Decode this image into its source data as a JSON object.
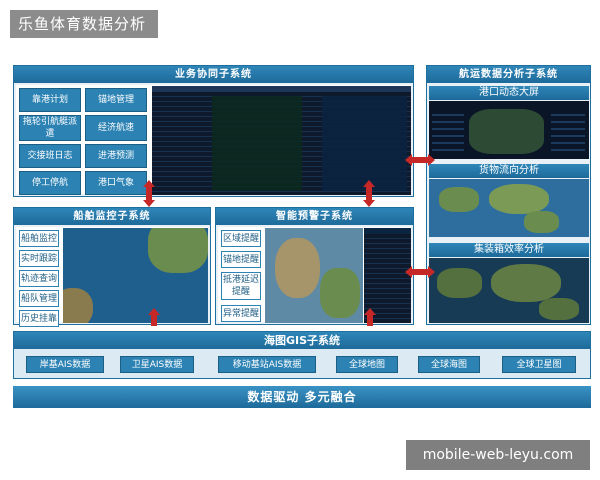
{
  "watermark_title": "乐鱼体育数据分析",
  "watermark_url": "mobile-web-leyu.com",
  "business": {
    "title": "业务协同子系统",
    "items": [
      "靠港计划",
      "锚地管理",
      "拖轮引航艇派遣",
      "经济航速",
      "交接班日志",
      "进港预测",
      "停工停航",
      "港口气象"
    ]
  },
  "vessel": {
    "title": "船舶监控子系统",
    "items": [
      "船舶监控",
      "实时跟踪",
      "轨迹查询",
      "船队管理",
      "历史挂靠"
    ]
  },
  "alert": {
    "title": "智能预警子系统",
    "items": [
      "区域提醒",
      "锚地提醒",
      "抵港延迟提醒",
      "异常提醒"
    ]
  },
  "analysis": {
    "title": "航运数据分析子系统",
    "sub": [
      "港口动态大屏",
      "货物流向分析",
      "集装箱效率分析"
    ]
  },
  "gis": {
    "title": "海图GIS子系统",
    "items": [
      "岸基AIS数据",
      "卫星AIS数据",
      "移动基站AIS数据",
      "全球地图",
      "全球海图",
      "全球卫星图"
    ]
  },
  "footer": "数据驱动  多元融合",
  "colors": {
    "accent": "#2b82b3",
    "header": "#1d6a9a",
    "arrow": "#c62828"
  }
}
